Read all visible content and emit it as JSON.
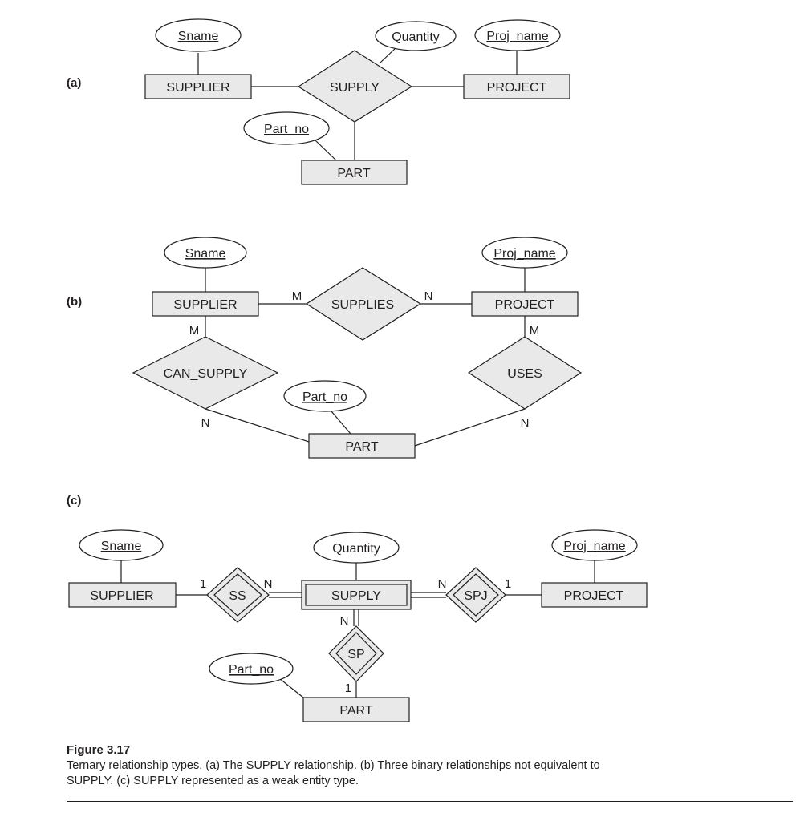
{
  "colors": {
    "entity_fill": "#e9e9e9",
    "stroke": "#231f20",
    "attribute_fill": "#ffffff"
  },
  "panel_a": {
    "label": "(a)",
    "entities": {
      "supplier": "SUPPLIER",
      "project": "PROJECT",
      "part": "PART"
    },
    "relationship": "SUPPLY",
    "attributes": {
      "sname": "Sname",
      "quantity": "Quantity",
      "proj_name": "Proj_name",
      "part_no": "Part_no"
    }
  },
  "panel_b": {
    "label": "(b)",
    "entities": {
      "supplier": "SUPPLIER",
      "project": "PROJECT",
      "part": "PART"
    },
    "relationships": {
      "supplies": "SUPPLIES",
      "can_supply": "CAN_SUPPLY",
      "uses": "USES"
    },
    "attributes": {
      "sname": "Sname",
      "proj_name": "Proj_name",
      "part_no": "Part_no"
    },
    "cardinalities": {
      "supplies_supplier": "M",
      "supplies_project": "N",
      "can_supply_supplier": "M",
      "can_supply_part": "N",
      "uses_project": "M",
      "uses_part": "N"
    }
  },
  "panel_c": {
    "label": "(c)",
    "entities": {
      "supplier": "SUPPLIER",
      "project": "PROJECT",
      "part": "PART",
      "supply": "SUPPLY"
    },
    "relationships": {
      "ss": "SS",
      "spj": "SPJ",
      "sp": "SP"
    },
    "attributes": {
      "sname": "Sname",
      "quantity": "Quantity",
      "proj_name": "Proj_name",
      "part_no": "Part_no"
    },
    "cardinalities": {
      "ss_supplier": "1",
      "ss_supply": "N",
      "spj_supply": "N",
      "spj_project": "1",
      "sp_supply": "N",
      "sp_part": "1"
    }
  },
  "caption": {
    "title": "Figure 3.17",
    "text": "Ternary relationship types. (a) The SUPPLY relationship. (b) Three binary relationships not equivalent to SUPPLY. (c) SUPPLY represented as a weak entity type."
  }
}
